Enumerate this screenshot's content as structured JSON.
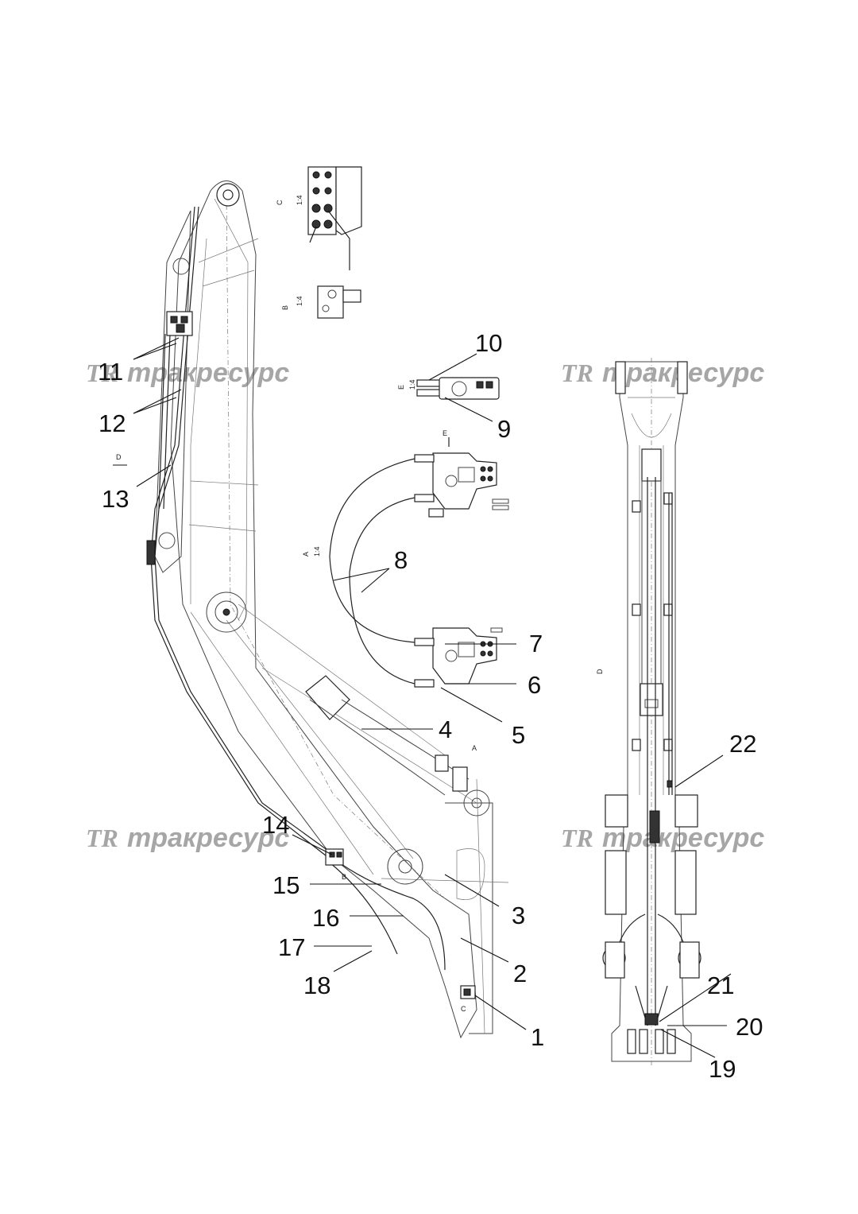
{
  "watermark": {
    "text": "тракресурс",
    "logo": "TR"
  },
  "callouts": [
    {
      "id": "c1",
      "label": "1"
    },
    {
      "id": "c2",
      "label": "2"
    },
    {
      "id": "c3",
      "label": "3"
    },
    {
      "id": "c4",
      "label": "4"
    },
    {
      "id": "c5",
      "label": "5"
    },
    {
      "id": "c6",
      "label": "6"
    },
    {
      "id": "c7",
      "label": "7"
    },
    {
      "id": "c8",
      "label": "8"
    },
    {
      "id": "c9",
      "label": "9"
    },
    {
      "id": "c10",
      "label": "10"
    },
    {
      "id": "c11",
      "label": "11"
    },
    {
      "id": "c12",
      "label": "12"
    },
    {
      "id": "c13",
      "label": "13"
    },
    {
      "id": "c14",
      "label": "14"
    },
    {
      "id": "c15",
      "label": "15"
    },
    {
      "id": "c16",
      "label": "16"
    },
    {
      "id": "c17",
      "label": "17"
    },
    {
      "id": "c18",
      "label": "18"
    },
    {
      "id": "c19",
      "label": "19"
    },
    {
      "id": "c20",
      "label": "20"
    },
    {
      "id": "c21",
      "label": "21"
    },
    {
      "id": "c22",
      "label": "22"
    }
  ],
  "views": {
    "scale": "1:4",
    "view_a": "A",
    "view_b": "B",
    "view_c": "C",
    "view_d": "D",
    "view_e": "E"
  }
}
